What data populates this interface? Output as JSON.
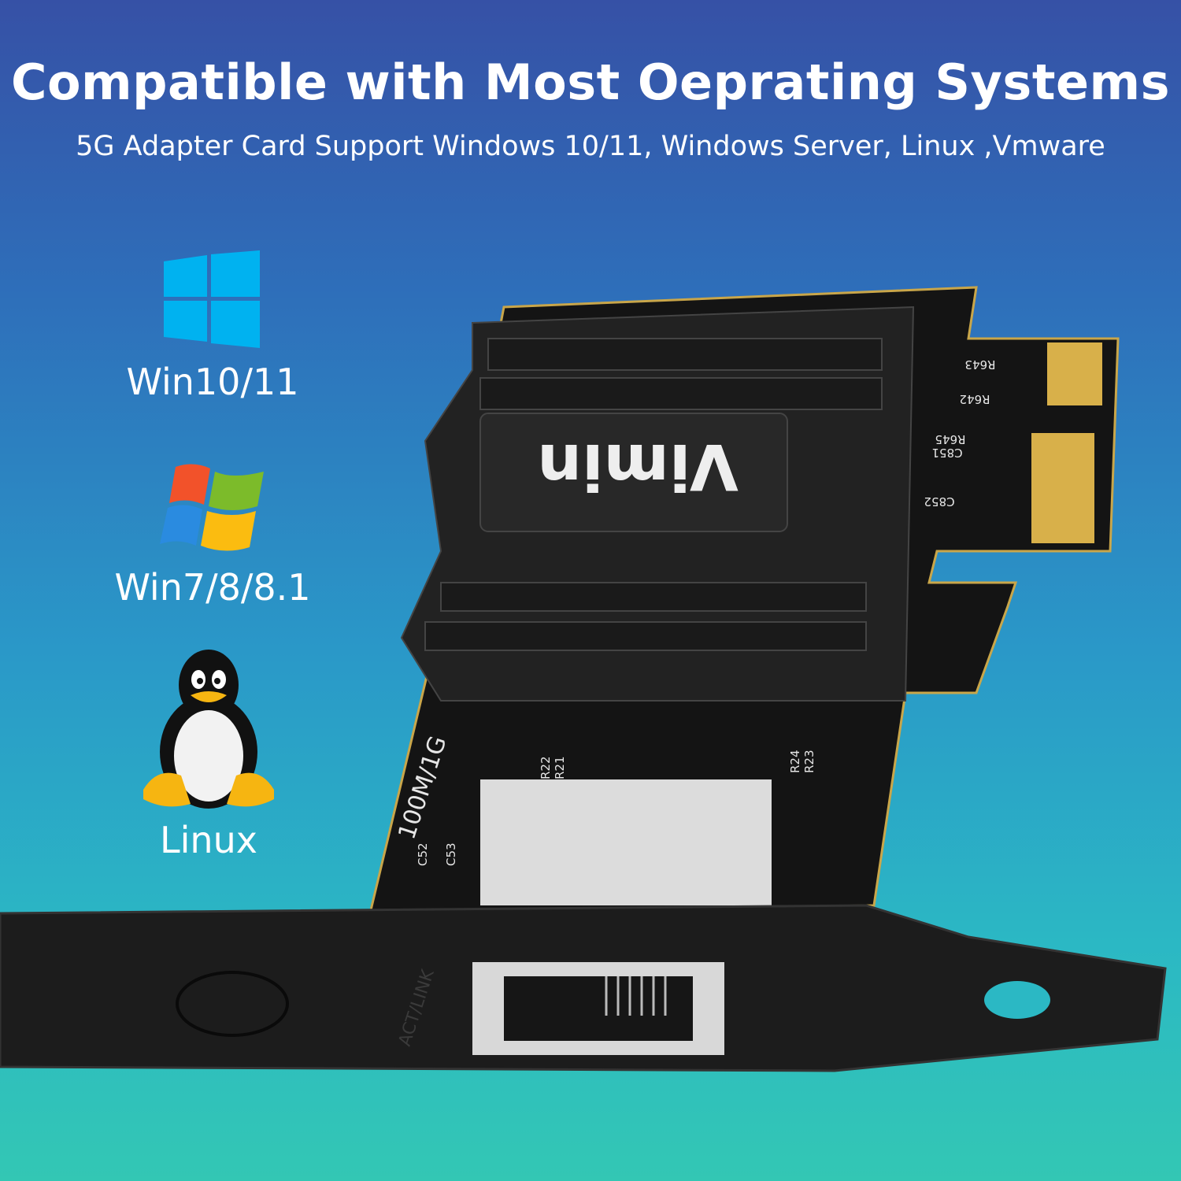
{
  "header": {
    "title": "Compatible with Most Oeprating Systems",
    "subtitle": "5G Adapter Card Support  Windows 10/11, Windows Server, Linux ,Vmware"
  },
  "os_list": [
    {
      "label": "Win10/11",
      "icon": "windows-10-logo-icon"
    },
    {
      "label": "Win7/8/8.1",
      "icon": "windows-7-logo-icon"
    },
    {
      "label": "Linux",
      "icon": "tux-penguin-icon"
    }
  ],
  "product": {
    "brand": "Vimin",
    "silkscreen": [
      "100M/1G",
      "C52",
      "C53",
      "R22",
      "R21",
      "R24",
      "R23",
      "R643",
      "R642",
      "R645",
      "C851",
      "C852",
      "ACT/LINK"
    ]
  },
  "colors": {
    "win10": "#00adef",
    "pcb": "#151515",
    "gold": "#d8b04a"
  }
}
